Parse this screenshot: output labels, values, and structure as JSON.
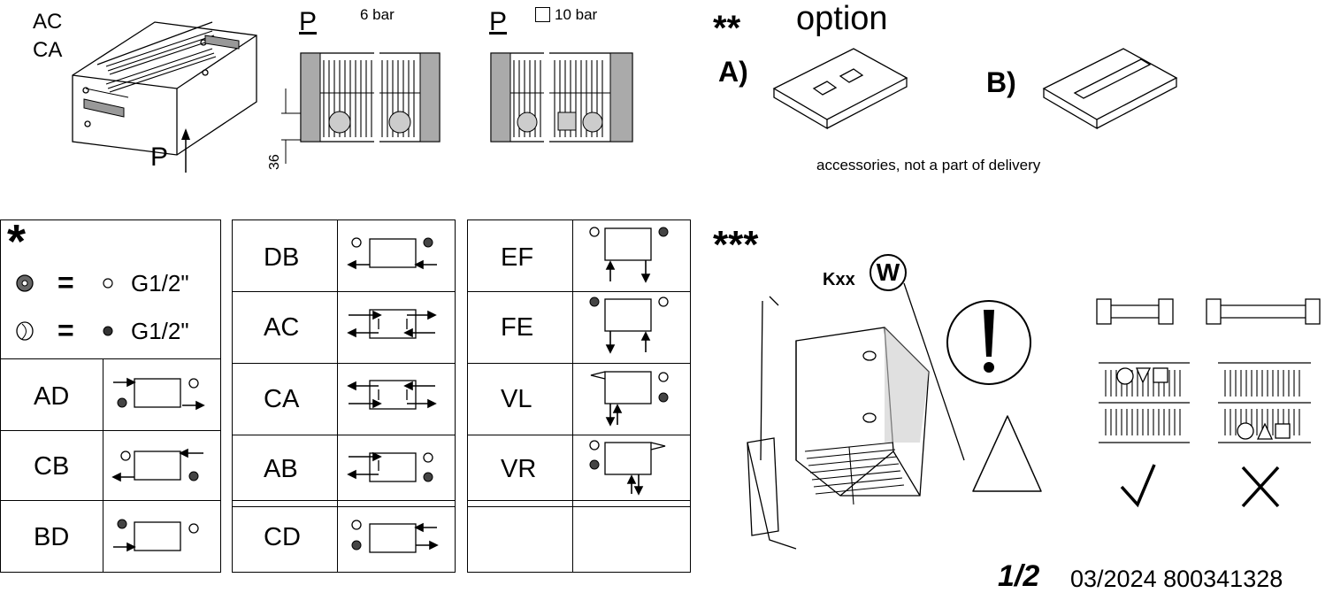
{
  "top_left": {
    "label_1": "AC",
    "label_2": "CA",
    "pressure": "P"
  },
  "pressure_6": {
    "p": "P",
    "bar": "6 bar",
    "dim": "36"
  },
  "pressure_10": {
    "p": "P",
    "bar": "10 bar"
  },
  "option": {
    "stars": "**",
    "title": "option",
    "a": "A)",
    "b": "B)",
    "note": "accessories, not a part of delivery"
  },
  "legend": {
    "star": "*",
    "eq": "=",
    "open_label": "G1/2\"",
    "filled_label": "G1/2\""
  },
  "table1": [
    "AD",
    "CB",
    "BD"
  ],
  "table2": [
    "DB",
    "AC",
    "CA",
    "AB",
    "CD"
  ],
  "table3": [
    "EF",
    "FE",
    "VL",
    "VR",
    ""
  ],
  "install": {
    "stars": "***",
    "badge_prefix": "Kxx",
    "badge_letter": "W"
  },
  "footer": {
    "page": "1/2",
    "date_code": "03/2024  800341328"
  }
}
